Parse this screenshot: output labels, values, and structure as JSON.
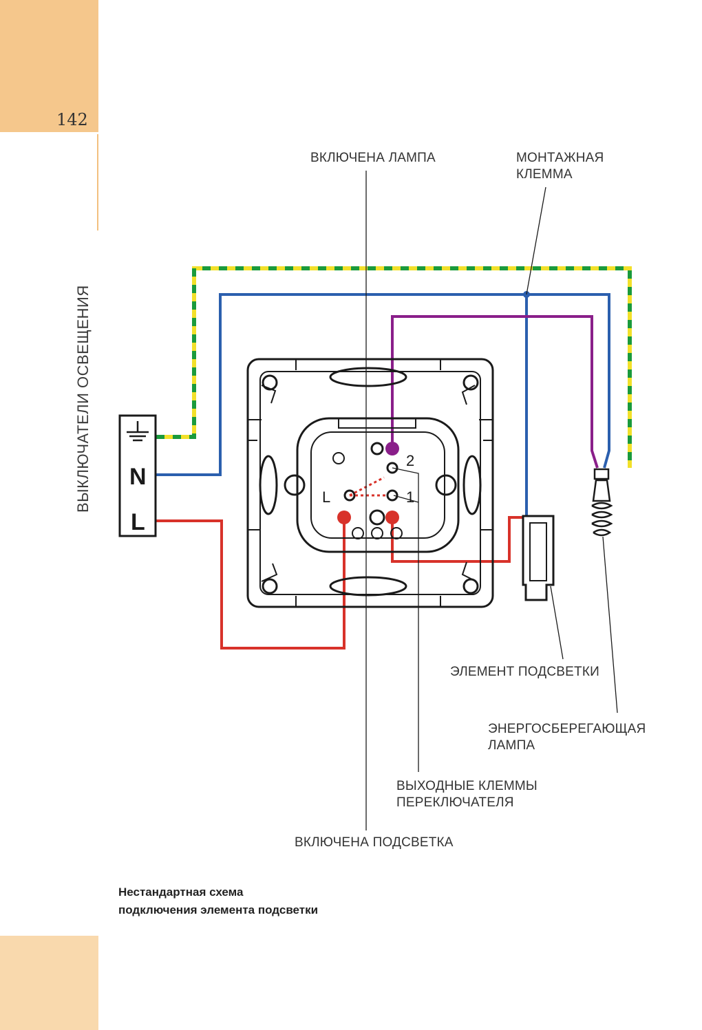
{
  "page": {
    "number": "142",
    "section_title": "ВЫКЛЮЧАТЕЛИ ОСВЕЩЕНИЯ"
  },
  "labels": {
    "lamp_on": "ВКЛЮЧЕНА ЛАМПА",
    "mounting_terminal": "МОНТАЖНАЯ\nКЛЕММА",
    "backlight_element": "ЭЛЕМЕНТ ПОДСВЕТКИ",
    "energy_saving_lamp": "ЭНЕРГОСБЕРЕГАЮЩАЯ\nЛАМПА",
    "switch_output_terminals": "ВЫХОДНЫЕ КЛЕММЫ\nПЕРЕКЛЮЧАТЕЛЯ",
    "backlight_on": "ВКЛЮЧЕНА ПОДСВЕТКА"
  },
  "terminal_block": {
    "ground_symbol": "ground-icon",
    "neutral": "N",
    "line": "L"
  },
  "switch_markings": {
    "line": "L",
    "output_1": "1",
    "output_2": "2"
  },
  "caption": "Нестандартная схема подключения элемента подсветки",
  "colors": {
    "earth_green": "#1a9a3c",
    "earth_yellow": "#f2e02a",
    "neutral_blue": "#2b5fae",
    "line_red": "#d8322a",
    "switched_purple": "#8a1f8a",
    "tab": "#f5c78c"
  }
}
